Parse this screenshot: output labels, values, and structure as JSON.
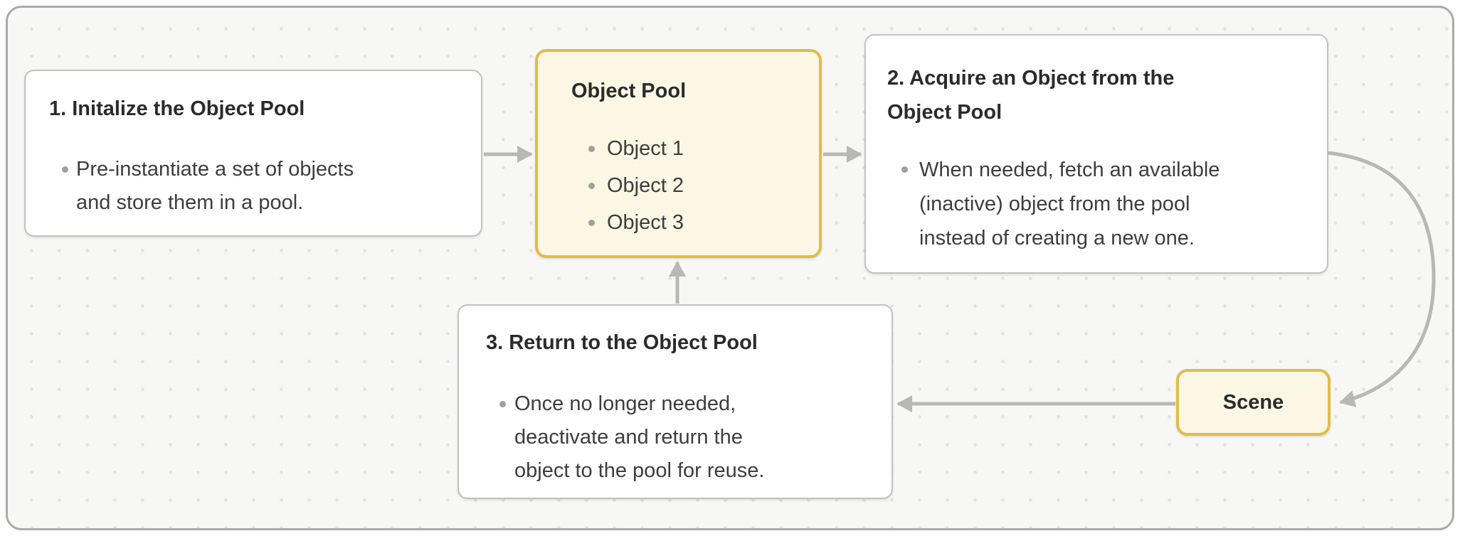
{
  "diagram": {
    "kind": "object-pool-flow",
    "colors": {
      "panel_bg": "#f7f7f5",
      "panel_border": "#aaaaaa",
      "panel_dots": "#e2e2df",
      "node_bg": "#ffffff",
      "node_border": "#c2c2c2",
      "accent_bg": "#fcf7e5",
      "accent_border": "#e1bc49",
      "arrow": "#b7b7b7",
      "title_text": "#2b2b2b",
      "body_text": "#3d3d3d",
      "bullet_dot": "#a0a0a0"
    },
    "nodes": {
      "step1": {
        "title": "1. Initalize the Object Pool",
        "bullet_lines": [
          "Pre-instantiate a set of objects",
          "and store them in a pool."
        ]
      },
      "pool": {
        "title": "Object Pool",
        "items": [
          "Object 1",
          "Object 2",
          "Object 3"
        ]
      },
      "step2": {
        "title_lines": [
          "2. Acquire an Object from the",
          "Object Pool"
        ],
        "bullet_lines": [
          "When needed, fetch an available",
          "(inactive) object from the pool",
          "instead of creating a new one."
        ]
      },
      "step3": {
        "title": "3. Return to the Object Pool",
        "bullet_lines": [
          "Once no longer needed,",
          "deactivate and return the",
          "object to the pool for reuse."
        ]
      },
      "scene": {
        "label": "Scene"
      }
    },
    "edges": [
      {
        "from": "step1",
        "to": "pool"
      },
      {
        "from": "pool",
        "to": "step2"
      },
      {
        "from": "step2",
        "to": "scene"
      },
      {
        "from": "scene",
        "to": "step3"
      },
      {
        "from": "step3",
        "to": "pool"
      }
    ]
  }
}
